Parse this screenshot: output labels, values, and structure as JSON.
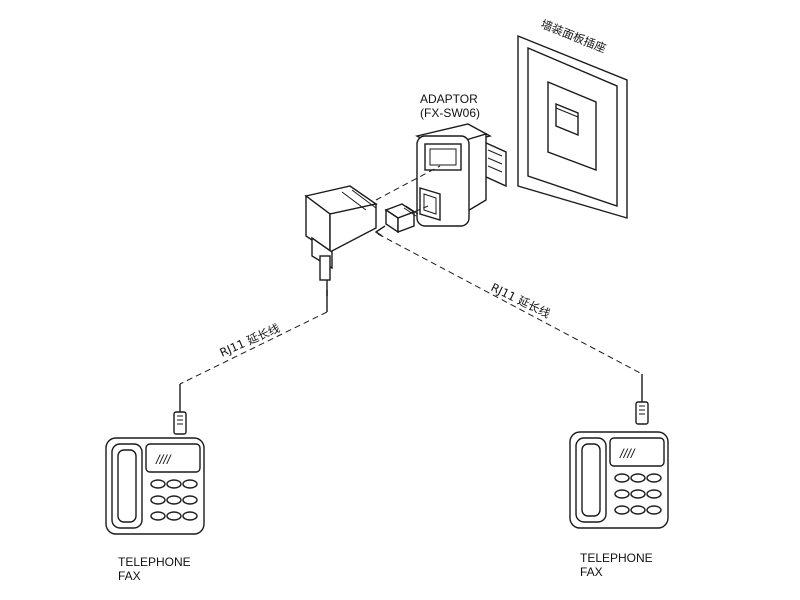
{
  "labels": {
    "wall_plate": "墙装面板插座",
    "adaptor_name": "ADAPTOR",
    "adaptor_model": "(FX-SW06)",
    "cable_left": "RJ11 延长线",
    "cable_right": "RJ11 延长线",
    "left_device_line1": "TELEPHONE",
    "left_device_line2": "FAX",
    "right_device_line1": "TELEPHONE",
    "right_device_line2": "FAX"
  },
  "phone_display_text": "////"
}
